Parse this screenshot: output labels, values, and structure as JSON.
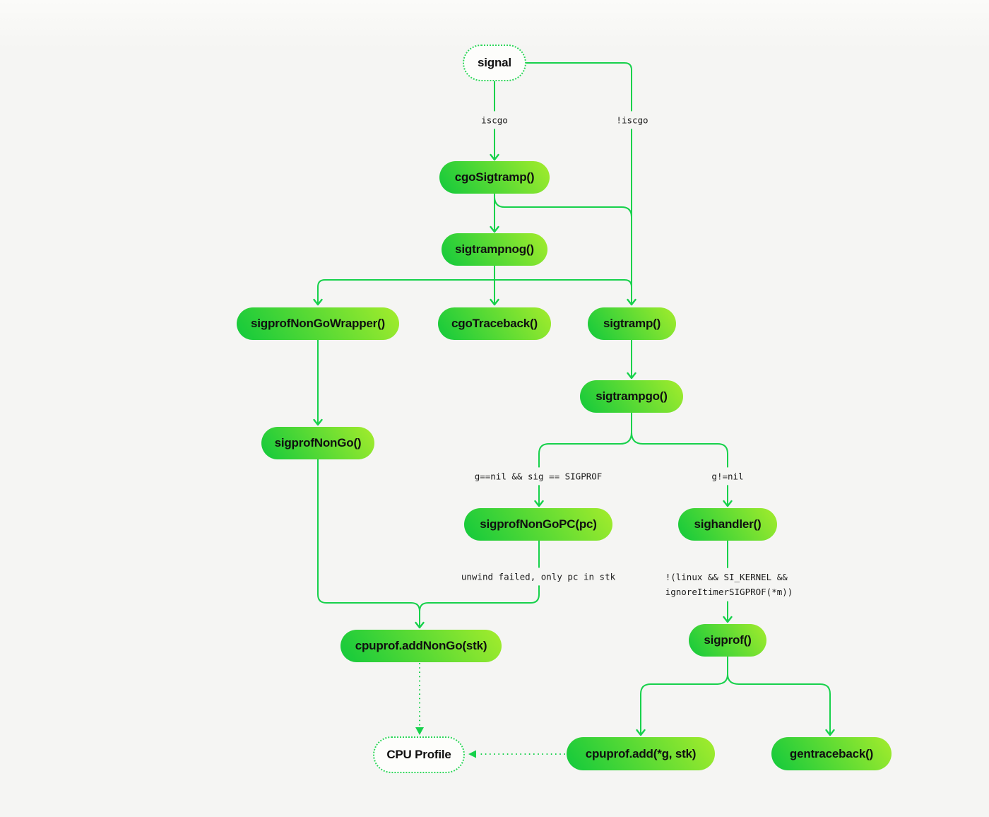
{
  "colors": {
    "background": "#f5f5f3",
    "edge_line": "#17d14b",
    "node_gradient_from": "#12c93c",
    "node_gradient_to": "#a4ec2c",
    "node_text": "#101010",
    "edge_label_text": "#1b1b1b",
    "dotted_node_background": "#fdfdfb",
    "dotted_node_border": "#2ed65a"
  },
  "diagram": {
    "nodes": [
      {
        "id": "signal",
        "label": "signal",
        "style": "dotted"
      },
      {
        "id": "cgosigtramp",
        "label": "cgoSigtramp()",
        "style": "gradient"
      },
      {
        "id": "sigtrampnog",
        "label": "sigtrampnog()",
        "style": "gradient"
      },
      {
        "id": "sigprofnongowrapper",
        "label": "sigprofNonGoWrapper()",
        "style": "gradient"
      },
      {
        "id": "cgotraceback",
        "label": "cgoTraceback()",
        "style": "gradient"
      },
      {
        "id": "sigtramp",
        "label": "sigtramp()",
        "style": "gradient"
      },
      {
        "id": "sigtrampgo",
        "label": "sigtrampgo()",
        "style": "gradient"
      },
      {
        "id": "sigprofnongo",
        "label": "sigprofNonGo()",
        "style": "gradient"
      },
      {
        "id": "sigprofnongopc",
        "label": "sigprofNonGoPC(pc)",
        "style": "gradient"
      },
      {
        "id": "sighandler",
        "label": "sighandler()",
        "style": "gradient"
      },
      {
        "id": "cpuprof-addnongo",
        "label": "cpuprof.addNonGo(stk)",
        "style": "gradient"
      },
      {
        "id": "sigprof",
        "label": "sigprof()",
        "style": "gradient"
      },
      {
        "id": "cpu-profile",
        "label": "CPU Profile",
        "style": "dotted"
      },
      {
        "id": "cpuprof-add",
        "label": "cpuprof.add(*g, stk)",
        "style": "gradient"
      },
      {
        "id": "gentraceback",
        "label": "gentraceback()",
        "style": "gradient"
      }
    ],
    "edge_labels": [
      {
        "id": "iscgo",
        "text": "iscgo"
      },
      {
        "id": "not-iscgo",
        "text": "!iscgo"
      },
      {
        "id": "g-nil-sigprof",
        "text": "g==nil && sig == SIGPROF"
      },
      {
        "id": "g-not-nil",
        "text": "g!=nil"
      },
      {
        "id": "unwind-failed",
        "text": "unwind failed, only pc in stk"
      },
      {
        "id": "linux-cond",
        "text": "!(linux && SI_KERNEL &&\nignoreItimerSIGPROF(*m))"
      }
    ]
  }
}
